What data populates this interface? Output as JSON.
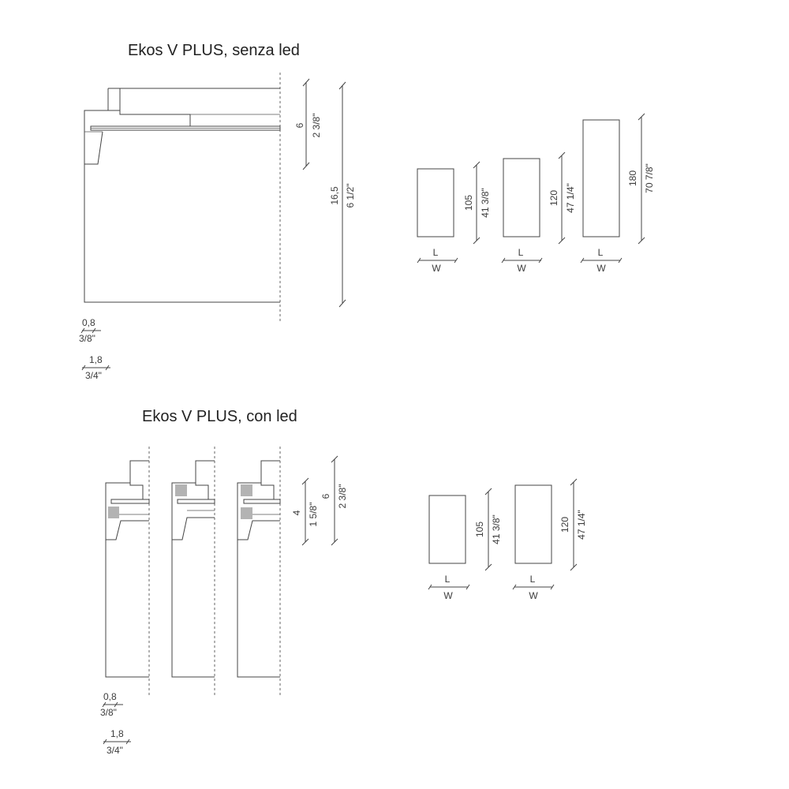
{
  "top": {
    "title": "Ekos V PLUS, senza led",
    "height_small": {
      "mm": "6",
      "in": "2 3/8\""
    },
    "height_total": {
      "mm": "16,5",
      "in": "6 1/2\""
    },
    "thick_a": {
      "mm": "0,8",
      "in": "3/8\""
    },
    "thick_b": {
      "mm": "1,8",
      "in": "3/4\""
    },
    "panels": [
      {
        "mm": "105",
        "in": "41 3/8\"",
        "l": "L",
        "w": "W"
      },
      {
        "mm": "120",
        "in": "47 1/4\"",
        "l": "L",
        "w": "W"
      },
      {
        "mm": "180",
        "in": "70 7/8\"",
        "l": "L",
        "w": "W"
      }
    ]
  },
  "bottom": {
    "title": "Ekos V PLUS, con led",
    "height_a": {
      "mm": "4",
      "in": "1 5/8\""
    },
    "height_b": {
      "mm": "6",
      "in": "2 3/8\""
    },
    "thick_a": {
      "mm": "0,8",
      "in": "3/8\""
    },
    "thick_b": {
      "mm": "1,8",
      "in": "3/4\""
    },
    "panels": [
      {
        "mm": "105",
        "in": "41 3/8\"",
        "l": "L",
        "w": "W"
      },
      {
        "mm": "120",
        "in": "47 1/4\"",
        "l": "L",
        "w": "W"
      }
    ]
  }
}
